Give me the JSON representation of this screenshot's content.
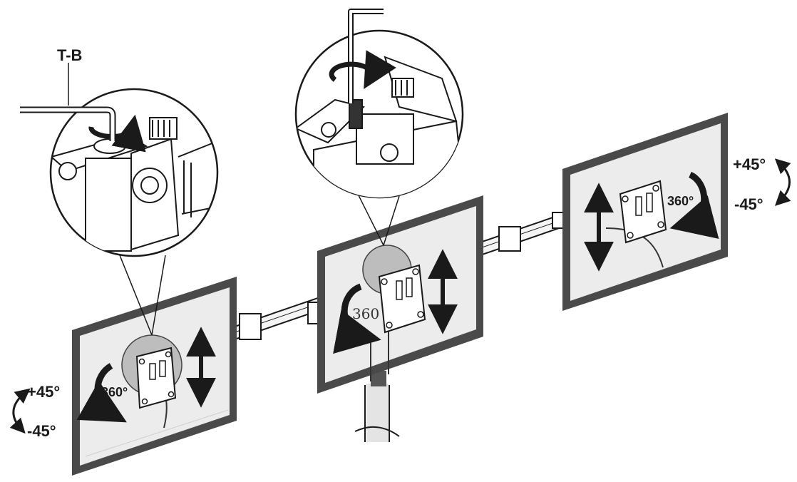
{
  "labels": {
    "tool": "T-B",
    "rotation": "360°",
    "rotation_center": "360",
    "tilt_up": "+45°",
    "tilt_down": "-45°"
  },
  "colors": {
    "ink": "#1a1a1a",
    "frame": "#4a4a4a",
    "screen": "#ececec",
    "detail": "#ffffff"
  },
  "icons": [
    "hex-key-icon",
    "rotate-arrows-icon",
    "updown-arrow-icon",
    "tilt-arrow-icon"
  ]
}
